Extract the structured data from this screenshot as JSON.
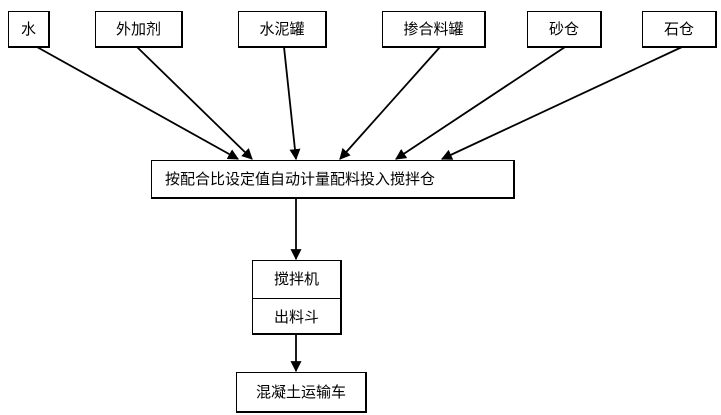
{
  "sources": [
    {
      "key": "water",
      "label": "水"
    },
    {
      "key": "admixture",
      "label": "外加剂"
    },
    {
      "key": "cement_tank",
      "label": "水泥罐"
    },
    {
      "key": "blend_tank",
      "label": "掺合料罐"
    },
    {
      "key": "sand_bin",
      "label": "砂仓"
    },
    {
      "key": "stone_bin",
      "label": "石仓"
    }
  ],
  "dosing": {
    "label": "按配合比设定值自动计量配料投入搅拌仓"
  },
  "mixer": {
    "label": "搅拌机",
    "outlet_label": "出料斗"
  },
  "truck": {
    "label": "混凝土运输车"
  }
}
